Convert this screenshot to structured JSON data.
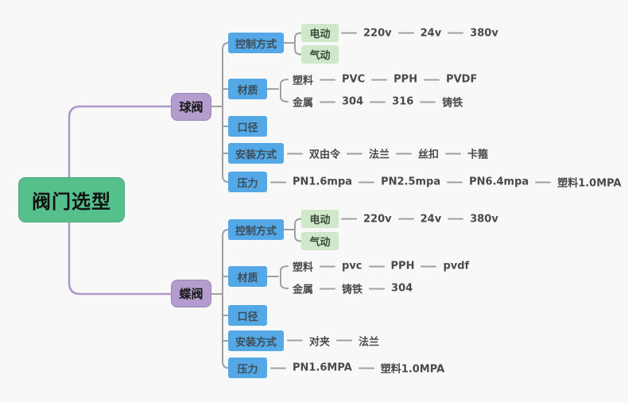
{
  "root": {
    "label": "阀门选型"
  },
  "branches": [
    {
      "label": "球阀",
      "children": [
        {
          "label": "控制方式",
          "children": [
            {
              "label": "电动",
              "leaves": [
                "220v",
                "24v",
                "380v"
              ]
            },
            {
              "label": "气动",
              "leaves": []
            }
          ]
        },
        {
          "label": "材质",
          "children": [
            {
              "label": "塑料",
              "leaves": [
                "PVC",
                "PPH",
                "PVDF"
              ]
            },
            {
              "label": "金属",
              "leaves": [
                "304",
                "316",
                "铸铁"
              ]
            }
          ]
        },
        {
          "label": "口径"
        },
        {
          "label": "安装方式",
          "leaves": [
            "双由令",
            "法兰",
            "丝扣",
            "卡箍"
          ]
        },
        {
          "label": "压力",
          "leaves": [
            "PN1.6mpa",
            "PN2.5mpa",
            "PN6.4mpa",
            "塑料1.0MPA"
          ]
        }
      ]
    },
    {
      "label": "蝶阀",
      "children": [
        {
          "label": "控制方式",
          "children": [
            {
              "label": "电动",
              "leaves": [
                "220v",
                "24v",
                "380v"
              ]
            },
            {
              "label": "气动",
              "leaves": []
            }
          ]
        },
        {
          "label": "材质",
          "children": [
            {
              "label": "塑料",
              "leaves": [
                "pvc",
                "PPH",
                "pvdf"
              ]
            },
            {
              "label": "金属",
              "leaves": [
                "铸铁",
                "304"
              ]
            }
          ]
        },
        {
          "label": "口径"
        },
        {
          "label": "安装方式",
          "leaves": [
            "对夹",
            "法兰"
          ]
        },
        {
          "label": "压力",
          "leaves": [
            "PN1.6MPA",
            "塑料1.0MPA"
          ]
        }
      ]
    }
  ],
  "colors": {
    "background": "#f8f8f8",
    "root": "#56c08c",
    "branch": "#b29dce",
    "category": "#54a8e6",
    "category_text": "#3e4c56",
    "subnode": "#cfe8c9",
    "subnode_text": "#3c4a3e",
    "line_primary": "#ad97c8",
    "line_secondary": "#a0a0a0",
    "text": "#4a4a4a"
  }
}
